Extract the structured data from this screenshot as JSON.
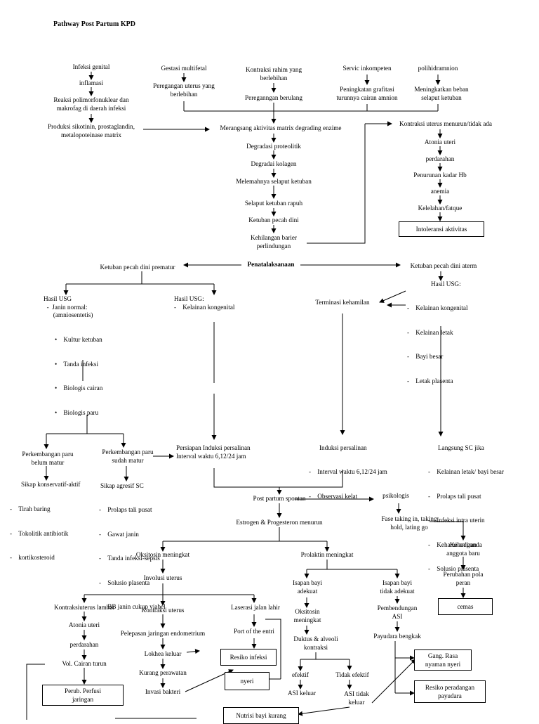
{
  "title": "Pathway Post Partum KPD",
  "causes": {
    "infeksi_genital": "Infeksi genital",
    "inflamasi": "inflamasi",
    "reaksi": "Reaksi polimorfonuklear dan\nmakrofag di daerah infeksi",
    "produksi": "Produksi sikotinin, prostaglandin,\nmetalopoteinase matrix",
    "gestasi": "Gestasi multifetal",
    "peregangan_uterus": "Peregangan uterus yang\nberlebihan",
    "kontraksi_rahim": "Kontraksi rahim yang\nberlebihan",
    "peregangan_berulang": "Pereganngan berulang",
    "servic": "Servic inkompeten",
    "peningkatan_grafitasi": "Peningkatan grafitasi\nturunnya cairan amnion",
    "polihidramnion": "polihidramnion",
    "meningkatkan_beban": "Meningkatkan beban\nselaput ketuban"
  },
  "center_chain": {
    "merangsang": "Merangsang aktivitas matrix degrading enzime",
    "degradasi_proteolitik": "Degradasi proteolitik",
    "degradai_kolagen": "Degradai kolagen",
    "melemahnya": "Melemahnya selaput ketuban",
    "selaput_rapuh": "Selaput ketuban rapuh",
    "ketuban_pecah": "Ketuban pecah dini",
    "kehilangan": "Kehilangan barier\nperlindungan"
  },
  "right_chain": {
    "kontraksi_menurun": "Kontraksi uterus menurun/tidak ada",
    "atonia": "Atonia uteri",
    "perdarahan": "perdarahan",
    "penurunan_hb": "Penurunan kadar Hb",
    "anemia": "anemia",
    "kelelahan": "Kelelahan/fatque",
    "intoleransi": "Intoleransi aktivitas"
  },
  "penatalaksanaan": {
    "label": "Penatalaksanaan",
    "prematur": "Ketuban pecah dini prematur",
    "aterm": "Ketuban pecah dini aterm",
    "usg_normal": "Hasil USG\n  -  Janin normal:\n      (amniosentetis)",
    "usg_normal_items": [
      "Kultur ketuban",
      "Tanda infeksi",
      "Biologis cairan",
      "Biologis paru"
    ],
    "usg_kelainan": "Hasil USG:\n-    Kelainan kongenital",
    "terminasi": "Terminasi kehamilan",
    "usg_aterm_head": "Hasil USG:",
    "usg_aterm_items": [
      "Kelainan kongenital",
      "Kelainan letak",
      "Bayi besar",
      "Letak plasenta"
    ]
  },
  "management": {
    "paru_belum": "Perkembangan paru\nbelum matur",
    "paru_sudah": "Perkembangan paru\nsudah matur",
    "persiapan": "Persiapan Induksi persalinan\nInterval waktu 6,12/24 jam",
    "induksi_head": "Induksi persalinan",
    "induksi_items": [
      "Interval waktu 6,12/24 jam",
      "Observasi kelat"
    ],
    "sc_head": "Langsung SC jika",
    "sc_items": [
      "Kelainan letak/ bayi besar",
      "Prolaps tali pusat",
      "Infeksi intra uterin",
      "Kehamilan ganda",
      "Solusio plasenta"
    ],
    "konservatif_head": "Sikap konservatif-aktif",
    "konservatif_items": [
      "Tirah baring",
      "Tokolitik antibiotik",
      "kortikosteroid"
    ],
    "agresif_head": "Sikap agresif SC",
    "agresif_items": [
      "Prolaps tali pusat",
      "Gawat janin",
      "Tanda infeksi-sepsis",
      "Solusio plasenta",
      "BB janin cukup viabel"
    ]
  },
  "postpartum": {
    "spontan": "Post partum spontan",
    "psikologis": "psikologis",
    "fase": "Fase taking in, taking\nhold, lating go",
    "kehadiran": "Kehadiran\nanggota baru",
    "perubahan": "Perubahan pola\nperan\n.",
    "cemas": "cemas",
    "estrogen": "Estrogen & Progesteron menurun",
    "oksitosin": "Oksitosin meningkat",
    "prolaktin": "Prolaktin meningkat",
    "involusi": "Involusi uterus",
    "kontraksi_lambat": "Kontraksiuterus lambat",
    "atonia2": "Atonia uteri",
    "perdarahan2": "perdarahan",
    "vol_cairan": "Vol. Cairan turun",
    "perub_perfusi": "Perub. Perfusi\njaringan",
    "kontraksi_uterus": "Kontraksi uterus",
    "pelepasan": "Pelepasan jaringan endometrium",
    "lokhea": "Lokhea keluar",
    "kurang_perawatan": "Kurang perawatan",
    "invasi": "Invasi bakteri",
    "laserasi": "Laserasi jalan lahir",
    "port": "Port of the entri",
    "resiko_infeksi": "Resiko infeksi",
    "nyeri": "nyeri",
    "isapan_adekuat": "Isapan bayi\nadekuat",
    "oksitosin_meningkat": "Oksitosin\nmeningkat",
    "duktus": "Duktus & alveoli\nkontraksi",
    "efektif": "efektif",
    "tidak_efektif": "Tidak efektif",
    "asi_keluar": "ASI keluar",
    "asi_tidak": "ASI tidak\nkeluar",
    "isapan_tidak": "Isapan bayi\ntidak adekuat",
    "pembendungan": "Pembendungan\nASI",
    "payudara": "Payudara bengkak",
    "gang_rasa": "Gang. Rasa\nnyaman nyeri",
    "resiko_peradangan": "Resiko peradangan\npayudara",
    "nutrisi": "Nutrisi bayi kurang"
  }
}
